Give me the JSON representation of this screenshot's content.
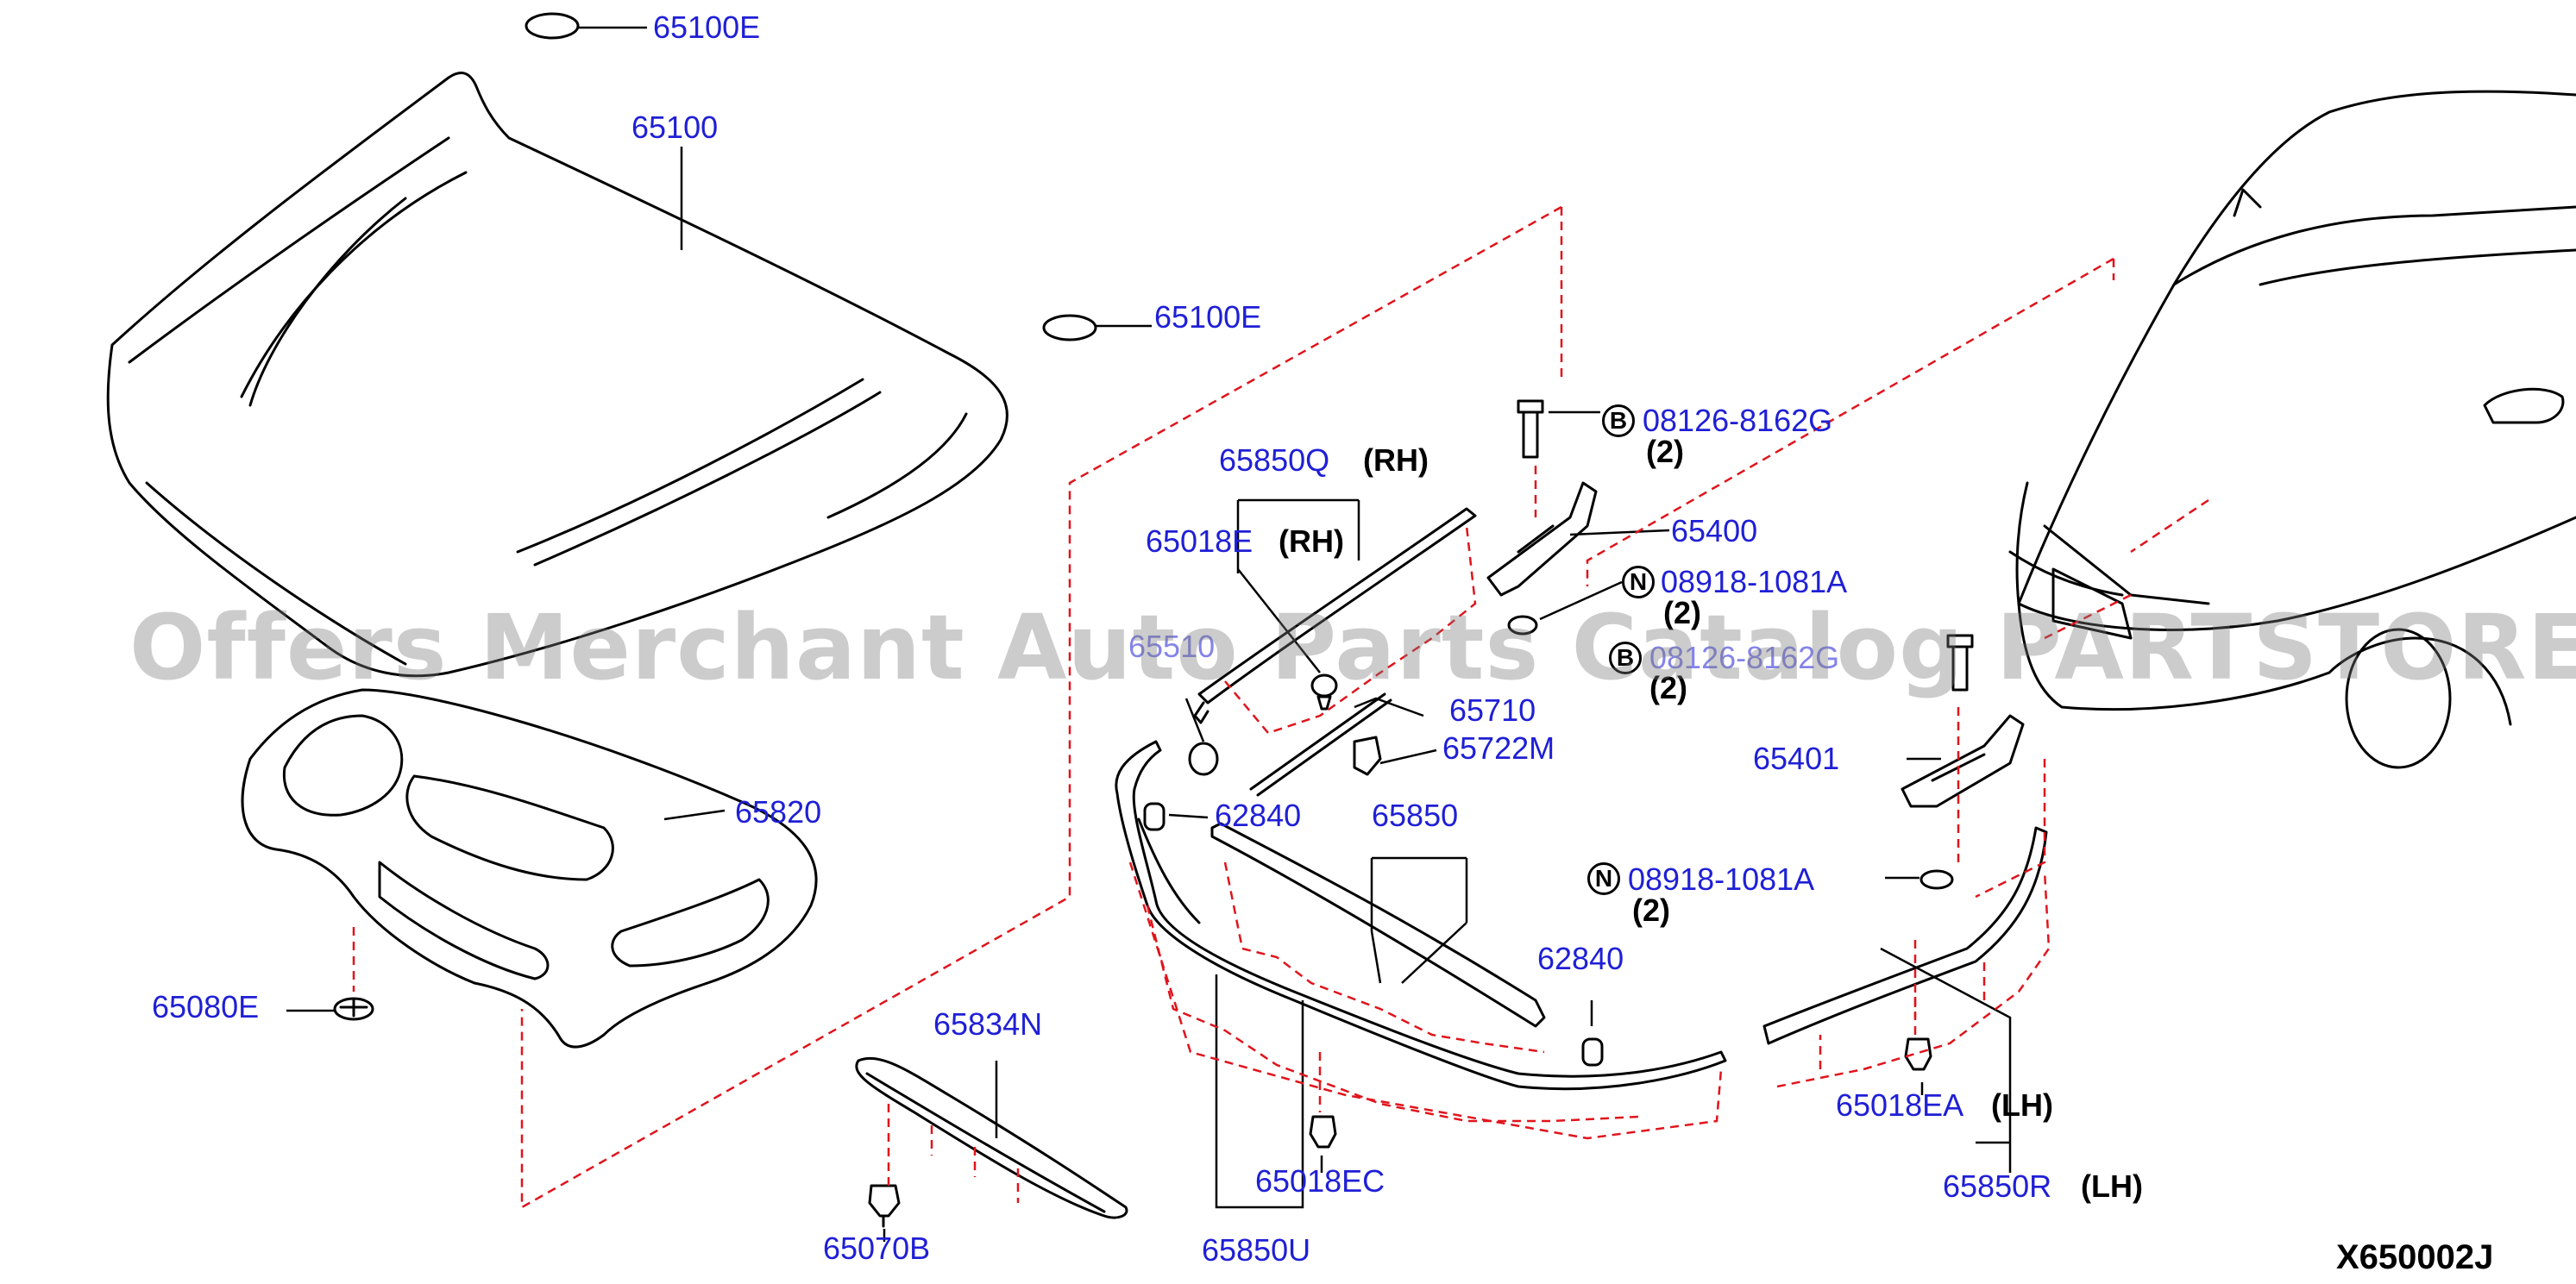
{
  "diagram": {
    "code": "X650002J",
    "watermark": "Offers Merchant Auto Parts Catalog PARTSTORE.SA",
    "colors": {
      "part_number": "#1f1fd6",
      "outline": "#000000",
      "dash": "#e0141c"
    },
    "labels": {
      "p65100E_top": "65100E",
      "p65100": "65100",
      "p65100E_mid": "65100E",
      "p65820": "65820",
      "p65080E": "65080E",
      "p65834N": "65834N",
      "p65070B": "65070B",
      "p65850Q": "65850Q",
      "p65850Q_note": "(RH)",
      "p65018E": "65018E",
      "p65018E_note": "(RH)",
      "p65710": "65710",
      "p65722M": "65722M",
      "p62840_left": "62840",
      "p65850": "65850",
      "p65018EC": "65018EC",
      "p65850U": "65850U",
      "p08126_top": "08126-8162G",
      "p08126_top_qty": "(2)",
      "p08126_top_badge": "B",
      "p65400": "65400",
      "p08918_top": "08918-1081A",
      "p08918_top_qty": "(2)",
      "p08918_top_badge": "N",
      "p08126_mid": "08126-8162G",
      "p08126_mid_qty": "(2)",
      "p08126_mid_badge": "B",
      "p65401": "65401",
      "p08918_bot": "08918-1081A",
      "p08918_bot_qty": "(2)",
      "p08918_bot_badge": "N",
      "p62840_right": "62840",
      "p65018EA": "65018EA",
      "p65018EA_note": "(LH)",
      "p65850R": "65850R",
      "p65850R_note": "(LH)",
      "p65510_partial": "65510"
    }
  }
}
